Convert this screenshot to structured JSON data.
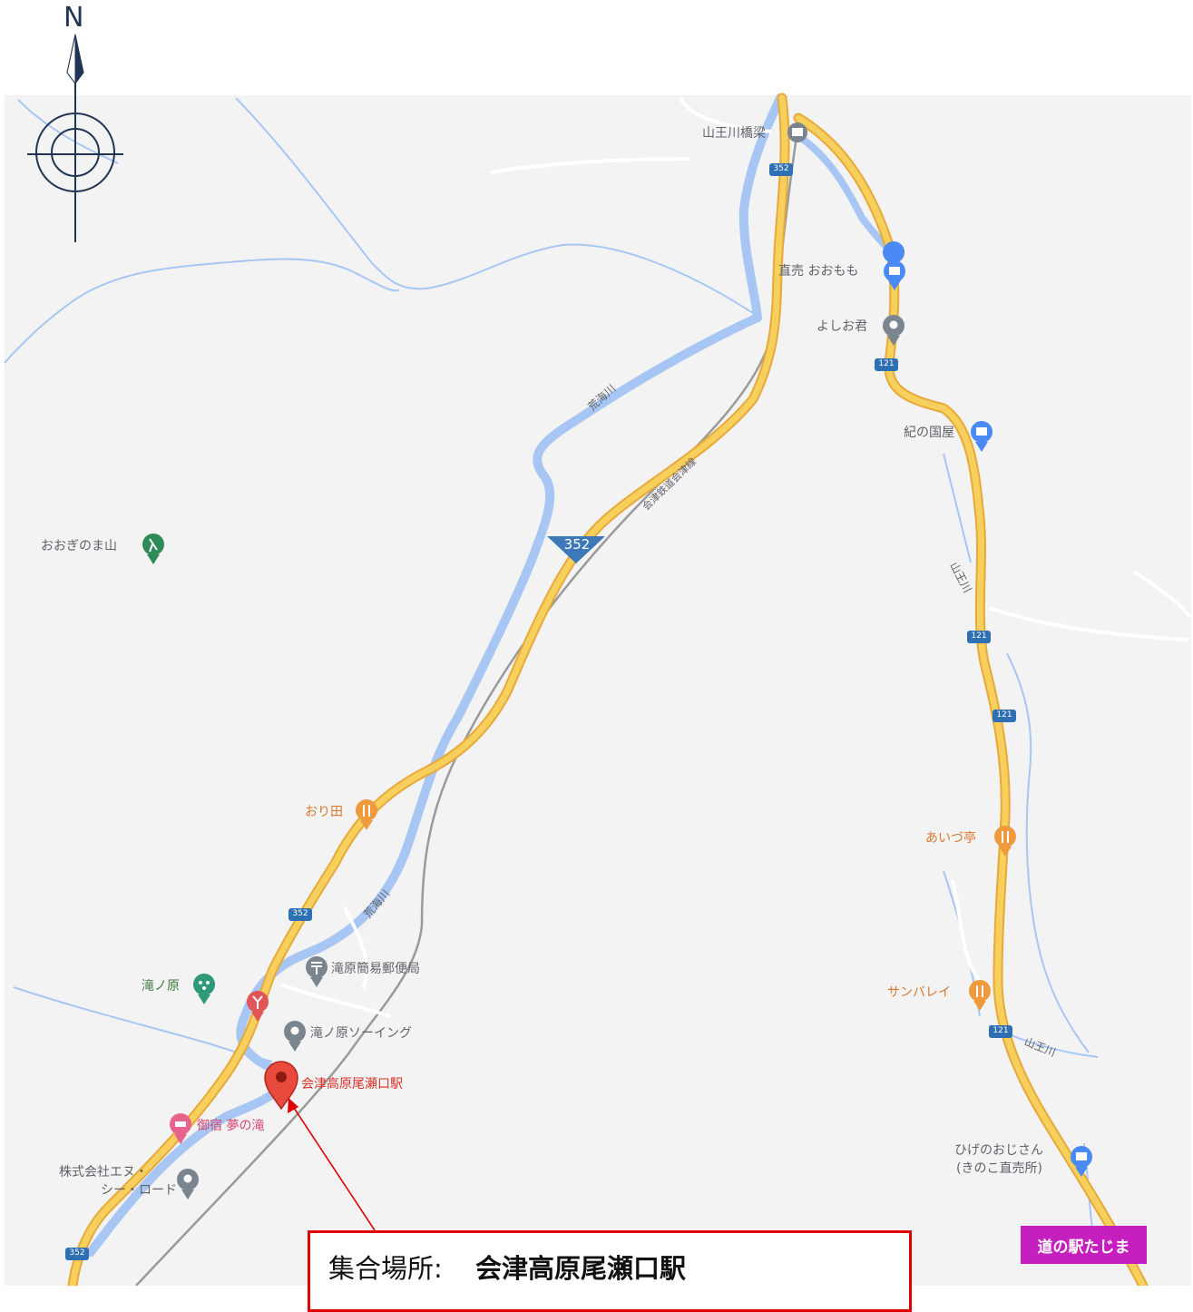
{
  "compass": {
    "north_label": "N"
  },
  "places": {
    "sannogawa_bridge": "山王川橋梁",
    "omomo": "直売 おおもも",
    "yoshio": "よしお君",
    "kinokuniya": "紀の国屋",
    "oogi_nomayama": "おおぎのま山",
    "orita": "おり田",
    "aizutei": "あいづ亭",
    "sanvalley": "サンバレイ",
    "takinohara": "滝ノ原",
    "post_office": "滝原簡易郵便局",
    "takinohara_sewing": "滝ノ原ソーイング",
    "station_pin": "会津高原尾瀬口駅",
    "yumenotaki": "御宿 夢の滝",
    "company_line1": "株式会社エヌ・",
    "company_line2": "シー・ロード",
    "higenoojisan_line1": "ひげのおじさん",
    "higenoojisan_line2": "(きのこ直売所)"
  },
  "rivers": {
    "arakai_upper": "荒海川",
    "arakai_lower": "荒海川",
    "sanno_upper": "山王川",
    "sanno_lower": "山王川"
  },
  "rail": {
    "aizu_line": "会津鉄道会津線"
  },
  "routes": {
    "r352": "352",
    "r121": "121"
  },
  "callout": {
    "prefix": "集合場所:",
    "value": "会津高原尾瀬口駅"
  },
  "badge": {
    "michinoeki": "道の駅たじま"
  },
  "colors": {
    "map_bg": "#f3f3f4",
    "water": "#a8c6f4",
    "road": "#f6cf5c",
    "road_edge": "#e8a93b",
    "rail": "#9a9a9a",
    "callout_border": "#e00000",
    "badge": "#c51fbf"
  },
  "icons": [
    "compass-icon",
    "station-pin-icon",
    "restaurant-icon",
    "park-icon",
    "shop-icon",
    "place-icon",
    "post-icon",
    "hotel-icon",
    "attraction-icon",
    "hiking-icon",
    "bridge-icon"
  ]
}
